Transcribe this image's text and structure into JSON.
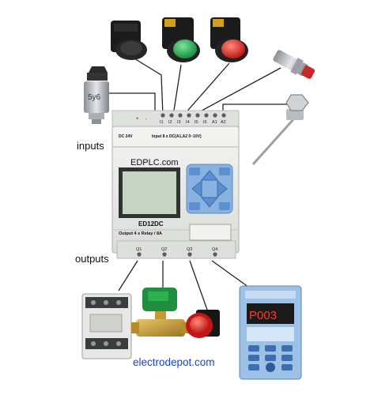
{
  "labels": {
    "inputs": "inputs",
    "outputs": "outputs",
    "footer": "electrodepot.com",
    "model": "EDPLC.com",
    "device": "ED12DC",
    "power": "DC 24V",
    "input_spec": "Input 8 x DC(A1,A2 0~10V)",
    "output_spec": "Output 4 x Relay / 8A",
    "pressure_sensor": "5y6",
    "vfd_display": "P003",
    "terminal_plus": "+",
    "terminal_minus": "-"
  },
  "input_terminals": [
    "I1",
    "I2",
    "I3",
    "I4",
    "I5",
    "I6",
    "A1",
    "A2"
  ],
  "output_terminals": [
    "Q1",
    "Q2",
    "Q3",
    "Q4"
  ],
  "colors": {
    "plc_body": "#e9ebe8",
    "lcd": "#c7d3c4",
    "keypad": "#8ab2e0",
    "green_button": "#1ea84a",
    "red_button": "#d81e1e",
    "footer_text": "#1a45c8",
    "vfd_body": "#9cc0e6"
  }
}
